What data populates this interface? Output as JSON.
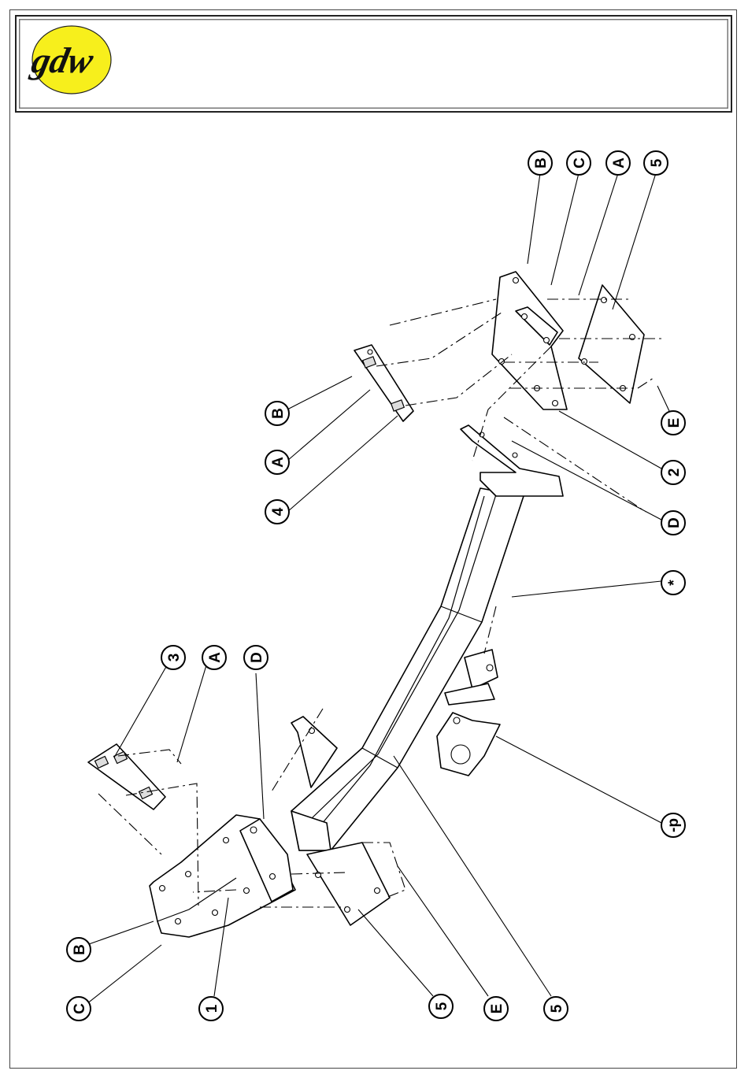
{
  "logo": {
    "text": "gdw",
    "background_color": "#f7ef1c"
  },
  "callouts": [
    {
      "label": "B"
    },
    {
      "label": "C"
    },
    {
      "label": "A"
    },
    {
      "label": "5"
    },
    {
      "label": "B"
    },
    {
      "label": "A"
    },
    {
      "label": "4"
    },
    {
      "label": "E"
    },
    {
      "label": "2"
    },
    {
      "label": "D"
    },
    {
      "label": "*"
    },
    {
      "label": "3"
    },
    {
      "label": "A"
    },
    {
      "label": "D"
    },
    {
      "label": "-p"
    },
    {
      "label": "B"
    },
    {
      "label": "C"
    },
    {
      "label": "1"
    },
    {
      "label": "5"
    },
    {
      "label": "E"
    },
    {
      "label": "5"
    }
  ]
}
